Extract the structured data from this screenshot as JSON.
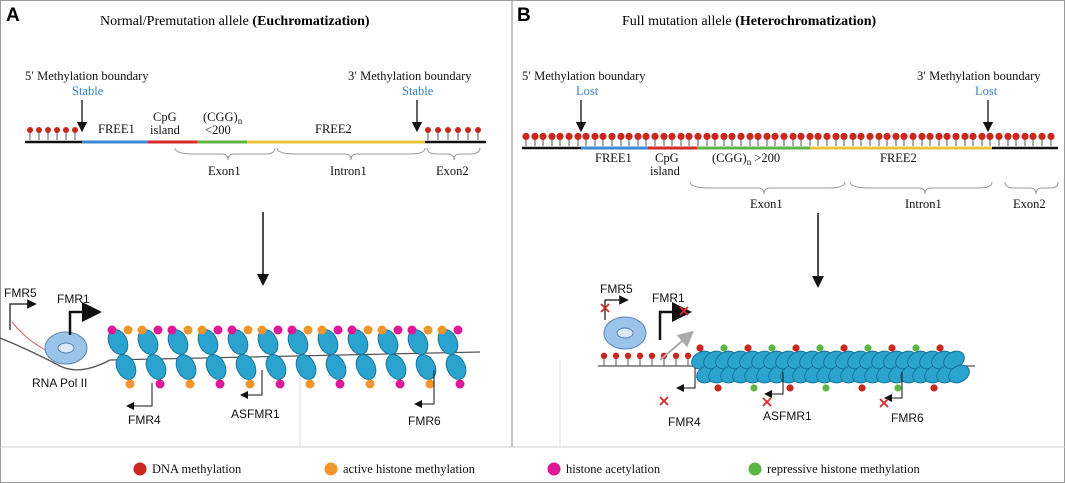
{
  "panel_a": {
    "letter": "A",
    "title_prefix": "Normal/Premutation allele ",
    "title_bold": "(Euchromatization)",
    "boundary_5_label": "5′ Methylation boundary",
    "boundary_5_status": "Stable",
    "boundary_3_label": "3′ Methylation boundary",
    "boundary_3_status": "Stable",
    "segments": [
      "FREE1",
      "CpG",
      "island",
      "(CGG)",
      "n",
      "<200",
      "FREE2"
    ],
    "regions": [
      "Exon1",
      "Intron1",
      "Exon2"
    ],
    "genes": [
      "FMR5",
      "FMR1",
      "RNA Pol II",
      "FMR4",
      "ASFMR1",
      "FMR6"
    ]
  },
  "panel_b": {
    "letter": "B",
    "title_prefix": "Full mutation allele ",
    "title_bold": "(Heterochromatization)",
    "boundary_5_label": "5′ Methylation boundary",
    "boundary_5_status": "Lost",
    "boundary_3_label": "3′ Methylation boundary",
    "boundary_3_status": "Lost",
    "segments": [
      "FREE1",
      "CpG",
      "island",
      "(CGG)",
      "n",
      " >200",
      "FREE2"
    ],
    "regions": [
      "Exon1",
      "Intron1",
      "Exon2"
    ],
    "genes": [
      "FMR5",
      "FMR1",
      "FMR4",
      "ASFMR1",
      "FMR6"
    ]
  },
  "legend": [
    {
      "label": "DNA methylation",
      "color": "#c8281e"
    },
    {
      "label": "active histone methylation",
      "color": "#f0962d"
    },
    {
      "label": "histone acetylation",
      "color": "#e0179a"
    },
    {
      "label": "repressive histone methylation",
      "color": "#5cb544"
    }
  ],
  "colors": {
    "free1": "#3a8ad6",
    "cpg": "#d62a2a",
    "cgg": "#5cb544",
    "free2": "#e8c43a",
    "nucleosome": "#2aa3cf",
    "pol": "#9cc4ea",
    "status": "#3a7fc4"
  }
}
